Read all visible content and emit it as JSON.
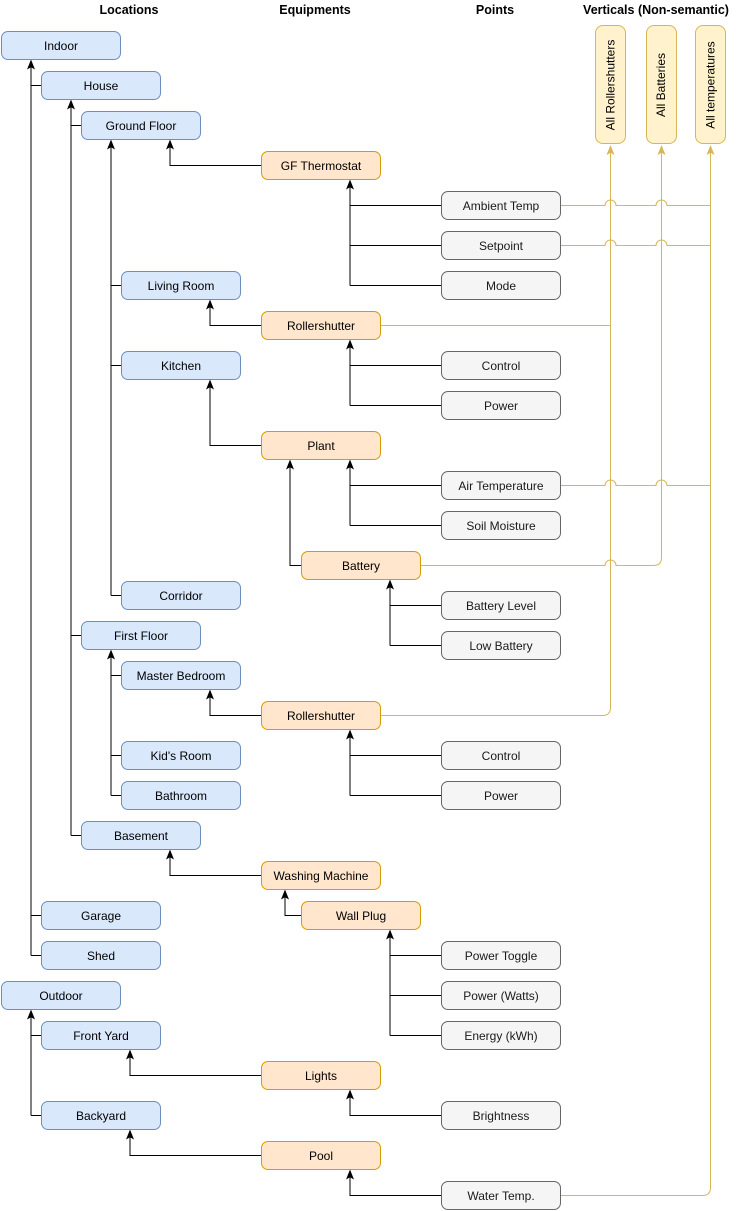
{
  "headers": {
    "locations": "Locations",
    "equipments": "Equipments",
    "points": "Points",
    "verticals": "Verticals (Non-semantic)"
  },
  "locations": {
    "indoor": "Indoor",
    "house": "House",
    "ground_floor": "Ground Floor",
    "living_room": "Living Room",
    "kitchen": "Kitchen",
    "corridor": "Corridor",
    "first_floor": "First Floor",
    "master_bedroom": "Master Bedroom",
    "kids_room": "Kid's Room",
    "bathroom": "Bathroom",
    "basement": "Basement",
    "garage": "Garage",
    "shed": "Shed",
    "outdoor": "Outdoor",
    "front_yard": "Front Yard",
    "backyard": "Backyard"
  },
  "equipments": {
    "gf_thermostat": "GF Thermostat",
    "rollershutter_living": "Rollershutter",
    "plant": "Plant",
    "battery": "Battery",
    "rollershutter_bedroom": "Rollershutter",
    "washing_machine": "Washing Machine",
    "wall_plug": "Wall Plug",
    "lights": "Lights",
    "pool": "Pool"
  },
  "points": {
    "ambient_temp": "Ambient Temp",
    "setpoint": "Setpoint",
    "mode": "Mode",
    "control_living": "Control",
    "power_living": "Power",
    "air_temperature": "Air Temperature",
    "soil_moisture": "Soil Moisture",
    "battery_level": "Battery Level",
    "low_battery": "Low Battery",
    "control_bedroom": "Control",
    "power_bedroom": "Power",
    "power_toggle": "Power Toggle",
    "power_watts": "Power (Watts)",
    "energy_kwh": "Energy (kWh)",
    "brightness": "Brightness",
    "water_temp": "Water Temp."
  },
  "verticals": {
    "all_rollershutters": "All Rollershutters",
    "all_batteries": "All Batteries",
    "all_temperatures": "All temperatures"
  },
  "colors": {
    "location_fill": "#dae8fc",
    "location_stroke": "#6c8ebf",
    "equipment_fill": "#ffe6cc",
    "equipment_stroke": "#d79b00",
    "point_fill": "#f5f5f5",
    "point_stroke": "#666666",
    "vertical_fill": "#fff2cc",
    "vertical_stroke": "#d6b656",
    "connector": "#000000",
    "vertical_connector": "#d6b656"
  }
}
